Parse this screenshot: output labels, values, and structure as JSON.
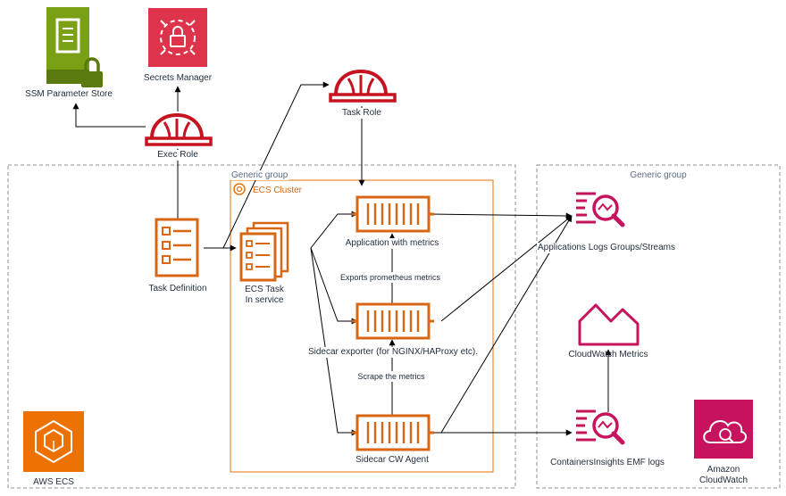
{
  "nodes": {
    "ssm": {
      "label": "SSM Parameter Store",
      "icon": "ssm-parameter-store-icon"
    },
    "secrets": {
      "label": "Secrets Manager",
      "icon": "secrets-manager-icon"
    },
    "exec_role": {
      "label": "Exec Role",
      "icon": "iam-role-helmet-icon"
    },
    "task_role": {
      "label": "Task Role",
      "icon": "iam-role-helmet-icon"
    },
    "task_def": {
      "label": "Task Definition",
      "icon": "task-definition-icon"
    },
    "ecs_task": {
      "label_line1": "ECS Task",
      "label_line2": "In service",
      "icon": "ecs-task-icon"
    },
    "app": {
      "label": "Application with metrics",
      "icon": "container-icon"
    },
    "sidecar_exporter": {
      "label": "Sidecar exporter (for NGINX/HAProxy etc).",
      "icon": "container-icon"
    },
    "cw_agent": {
      "label": "Sidecar CW Agent",
      "icon": "container-icon"
    },
    "app_logs": {
      "label": "Applications Logs Groups/Streams",
      "icon": "cloudwatch-logs-icon"
    },
    "cw_metrics": {
      "label": "CloudWatch Metrics",
      "icon": "cloudwatch-metrics-icon"
    },
    "emf_logs": {
      "label": "ContainersInsights EMF logs",
      "icon": "cloudwatch-logs-icon"
    },
    "aws_ecs": {
      "label": "AWS ECS",
      "icon": "aws-ecs-icon"
    },
    "amazon_cw": {
      "label_line1": "Amazon",
      "label_line2": "CloudWatch",
      "icon": "amazon-cloudwatch-icon"
    }
  },
  "groups": {
    "left": {
      "label": "Generic group"
    },
    "right": {
      "label": "Generic group"
    },
    "cluster": {
      "label": "ECS Cluster"
    }
  },
  "edges": {
    "exports": {
      "label": "Exports prometheus metrics"
    },
    "scrape": {
      "label": "Scrape the metrics"
    }
  },
  "colors": {
    "ssm_green": "#7aa116",
    "security_red": "#dd344c",
    "iam_red": "#c7131f",
    "compute_orange": "#d86613",
    "ecs_orange": "#ed7100",
    "cloudwatch_pink": "#c7135d",
    "group_border": "#879196",
    "line": "#000000"
  }
}
